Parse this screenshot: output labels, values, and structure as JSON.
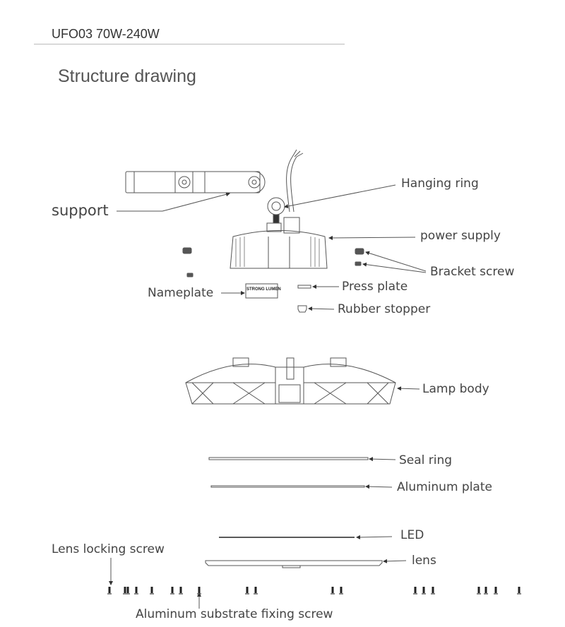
{
  "header": {
    "model": "UFO03  70W-240W"
  },
  "title": "Structure drawing",
  "labels": {
    "hanging_ring": "Hanging ring",
    "support": "support",
    "power_supply": "power supply",
    "bracket_screw": "Bracket screw",
    "press_plate": "Press plate",
    "nameplate": "Nameplate",
    "rubber_stopper": "Rubber stopper",
    "lamp_body": "Lamp body",
    "seal_ring": "Seal ring",
    "aluminum_plate": "Aluminum plate",
    "led": "LED",
    "lens": "lens",
    "lens_locking_screw": "Lens locking screw",
    "aluminum_substrate_fixing_screw": "Aluminum substrate fixing screw"
  },
  "nameplate_brand": "STRONG LUMEN",
  "colors": {
    "line": "#555555",
    "text": "#444444"
  }
}
